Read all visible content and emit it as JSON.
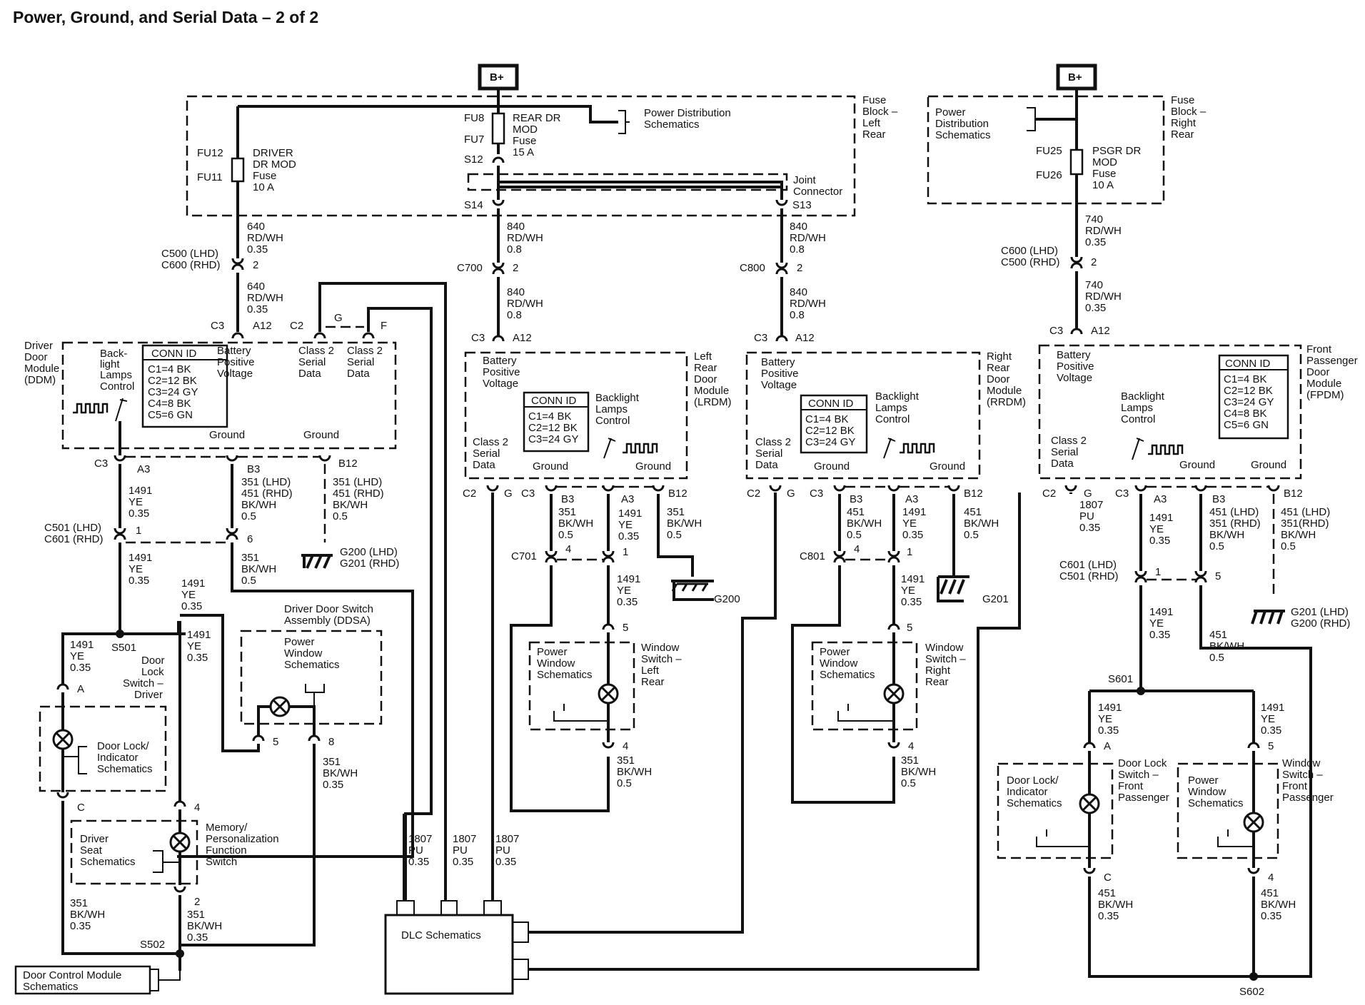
{
  "title": "Power, Ground, and Serial Data – 2 of 2",
  "batt_label": "B+",
  "fuse_block_left": [
    "Fuse",
    "Block –",
    "Left",
    "Rear"
  ],
  "fuse_block_right": [
    "Fuse",
    "Block –",
    "Right",
    "Rear"
  ],
  "power_dist": [
    "Power Distribution",
    "Schematics"
  ],
  "power_dist_right": [
    "Power",
    "Distribution",
    "Schematics"
  ],
  "fu12": "FU12",
  "fu11": "FU11",
  "driver_fuse": [
    "DRIVER",
    "DR MOD",
    "Fuse",
    "10 A"
  ],
  "fu8": "FU8",
  "fu7": "FU7",
  "rear_fuse": [
    "REAR DR",
    "MOD",
    "Fuse",
    "15 A"
  ],
  "fu25": "FU25",
  "fu26": "FU26",
  "psgr_fuse": [
    "PSGR DR",
    "MOD",
    "Fuse",
    "10 A"
  ],
  "joint_connector": [
    "Joint",
    "Connector"
  ],
  "s12": "S12",
  "s14": "S14",
  "s13": "S13",
  "wire_640": [
    "640",
    "RD/WH",
    "0.35"
  ],
  "wire_840_08": [
    "840",
    "RD/WH",
    "0.8"
  ],
  "wire_740": [
    "740",
    "RD/WH",
    "0.35"
  ],
  "c500_lhd": "C500 (LHD)",
  "c600_rhd": "C600 (RHD)",
  "c600_lhd": "C600 (LHD)",
  "c500_rhd": "C500 (RHD)",
  "c700": "C700",
  "c800": "C800",
  "pin2": "2",
  "c3": "C3",
  "c2": "C2",
  "a12": "A12",
  "a3": "A3",
  "b3": "B3",
  "b12": "B12",
  "g": "G",
  "f": "F",
  "ddm_name": [
    "Driver",
    "Door",
    "Module",
    "(DDM)"
  ],
  "lrdm_name": [
    "Left",
    "Rear",
    "Door",
    "Module",
    "(LRDM)"
  ],
  "rrdm_name": [
    "Right",
    "Rear",
    "Door",
    "Module",
    "(RRDM)"
  ],
  "fpdm_name": [
    "Front",
    "Passenger",
    "Door",
    "Module",
    "(FPDM)"
  ],
  "backlight_ddm": [
    "Back-",
    "light",
    "Lamps",
    "Control"
  ],
  "batt_pos_volt": [
    "Battery",
    "Positive",
    "Voltage"
  ],
  "class2_serial": [
    "Class 2",
    "Serial",
    "Data"
  ],
  "backlight": [
    "Backlight",
    "Lamps",
    "Control"
  ],
  "ground": "Ground",
  "conn_id_title": "CONN ID",
  "conn_id_5": [
    "C1=4 BK",
    "C2=12 BK",
    "C3=24 GY",
    "C4=8 BK",
    "C5=6 GN"
  ],
  "conn_id_3": [
    "C1=4 BK",
    "C2=12 BK",
    "C3=24 GY"
  ],
  "wire_1491": [
    "1491",
    "YE",
    "0.35"
  ],
  "wire_351_451": [
    "351 (LHD)",
    "451 (RHD)",
    "BK/WH",
    "0.5"
  ],
  "wire_451_351": [
    "451 (LHD)",
    "351 (RHD)",
    "BK/WH",
    "0.5"
  ],
  "wire_451_351b": [
    "451 (LHD)",
    "351(RHD)",
    "BK/WH",
    "0.5"
  ],
  "wire_351_05": [
    "351",
    "BK/WH",
    "0.5"
  ],
  "wire_451_05": [
    "451",
    "BK/WH",
    "0.5"
  ],
  "wire_351_035": [
    "351",
    "BK/WH",
    "0.35"
  ],
  "wire_451_035": [
    "451",
    "BK/WH",
    "0.35"
  ],
  "wire_1807": [
    "1807",
    "PU",
    "0.35"
  ],
  "c501_lhd": "C501 (LHD)",
  "c601_rhd": "C601 (RHD)",
  "c601_lhd": "C601 (LHD)",
  "c501_rhd": "C501 (RHD)",
  "c701": "C701",
  "c801": "C801",
  "g200_lhd": "G200 (LHD)",
  "g201_rhd": "G201 (RHD)",
  "g201_lhd": "G201 (LHD)",
  "g200_rhd": "G200 (RHD)",
  "g200": "G200",
  "g201": "G201",
  "s501": "S501",
  "s502": "S502",
  "s601": "S601",
  "s602": "S602",
  "ddsa": [
    "Driver Door Switch",
    "Assembly (DDSA)"
  ],
  "power_window": [
    "Power",
    "Window",
    "Schematics"
  ],
  "door_lock_switch_driver": [
    "Door",
    "Lock",
    "Switch –",
    "Driver"
  ],
  "door_lock_indicator": [
    "Door Lock/",
    "Indicator",
    "Schematics"
  ],
  "driver_seat": [
    "Driver",
    "Seat",
    "Schematics"
  ],
  "memory": [
    "Memory/",
    "Personalization",
    "Function",
    "Switch"
  ],
  "win_sw_lr": [
    "Window",
    "Switch –",
    "Left",
    "Rear"
  ],
  "win_sw_rr": [
    "Window",
    "Switch –",
    "Right",
    "Rear"
  ],
  "dl_sw_fp": [
    "Door Lock",
    "Switch –",
    "Front",
    "Passenger"
  ],
  "win_sw_fp": [
    "Window",
    "Switch –",
    "Front",
    "Passenger"
  ],
  "dlc": "DLC Schematics",
  "dcm": [
    "Door Control Module",
    "Schematics"
  ],
  "pins": {
    "p1": "1",
    "p2": "2",
    "p4": "4",
    "p5": "5",
    "p6": "6",
    "p8": "8",
    "pA": "A",
    "pC": "C"
  }
}
